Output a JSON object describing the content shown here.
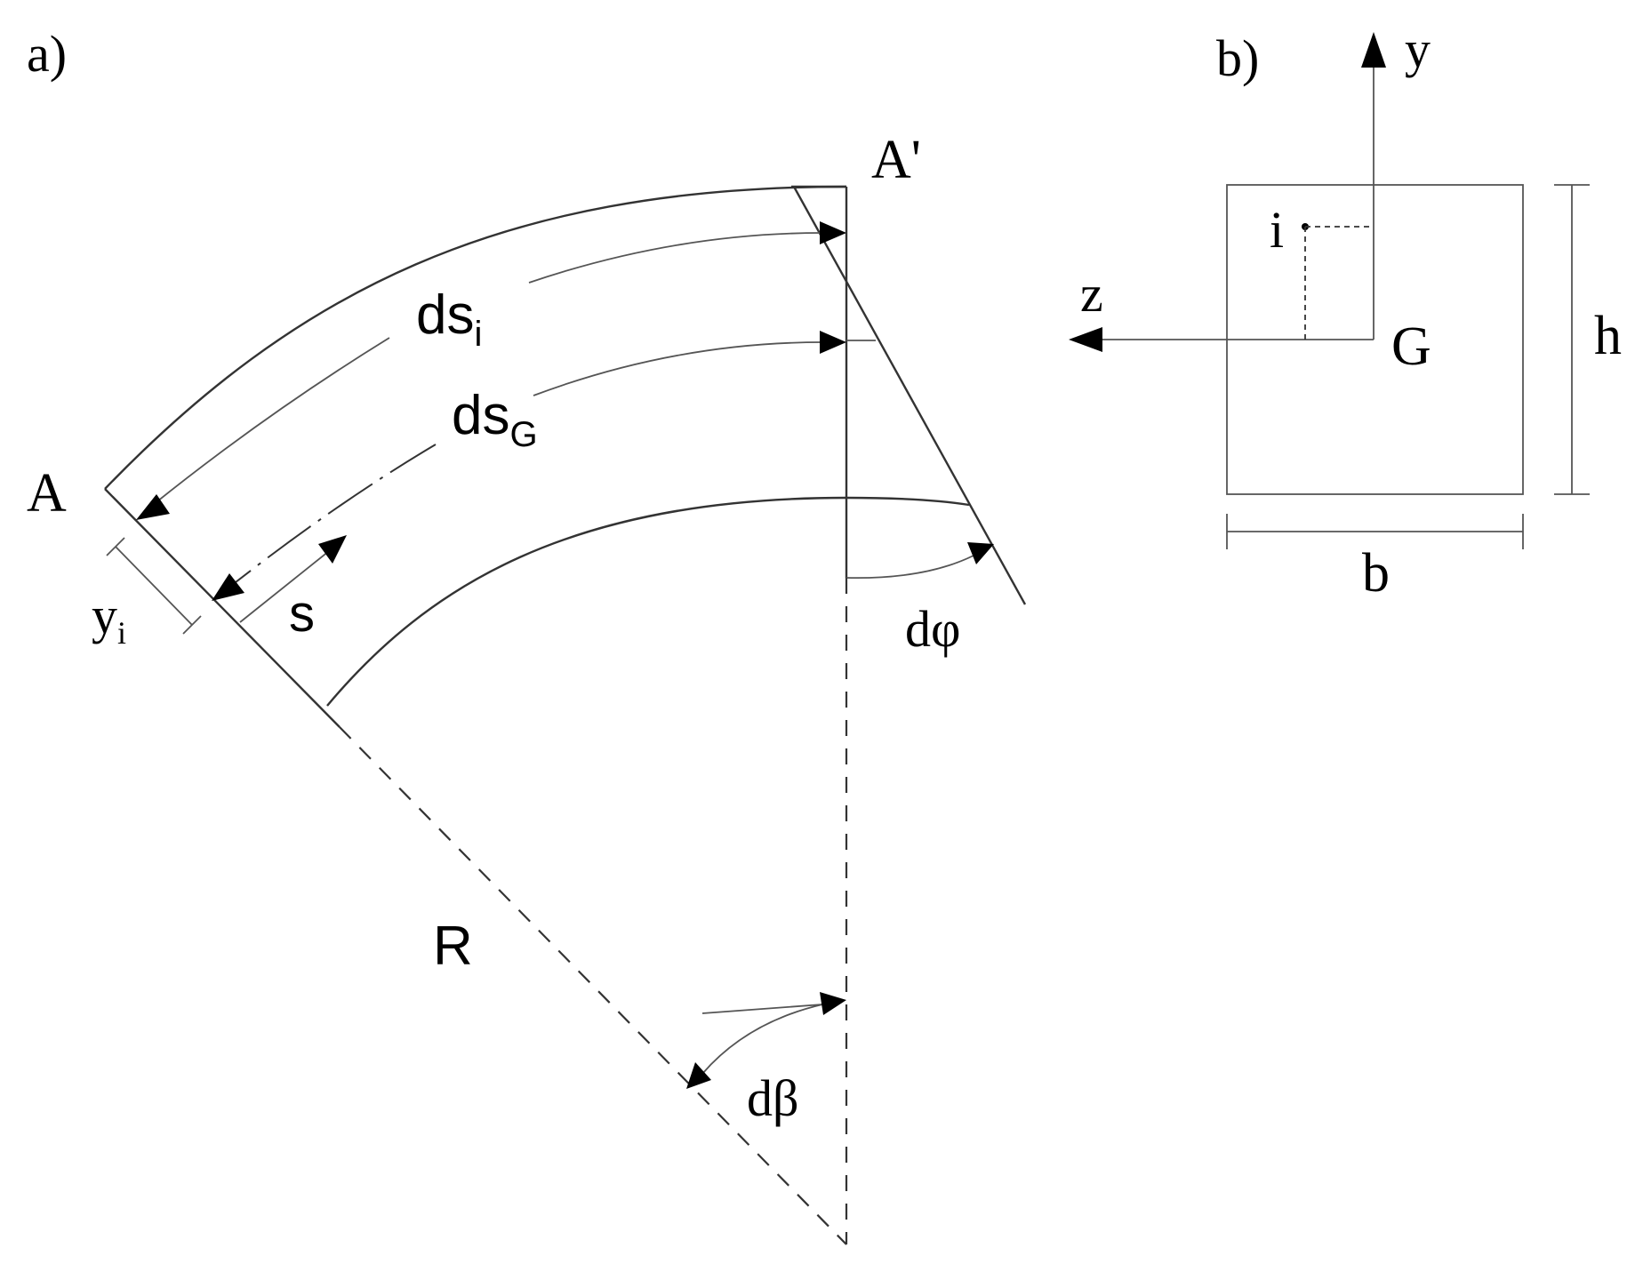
{
  "panel_a": {
    "label": "a)",
    "point_A": "A",
    "point_A_prime": "A'",
    "ds_i": {
      "main": "ds",
      "sub": "i"
    },
    "ds_G": {
      "main": "ds",
      "sub": "G"
    },
    "s": "s",
    "y_i": {
      "main": "y",
      "sub": "i"
    },
    "d_phi": "dφ",
    "R": "R",
    "d_beta": "dβ"
  },
  "panel_b": {
    "label": "b)",
    "axis_y": "y",
    "axis_z": "z",
    "point_i": "i",
    "centroid_G": "G",
    "height_h": "h",
    "width_b": "b"
  }
}
